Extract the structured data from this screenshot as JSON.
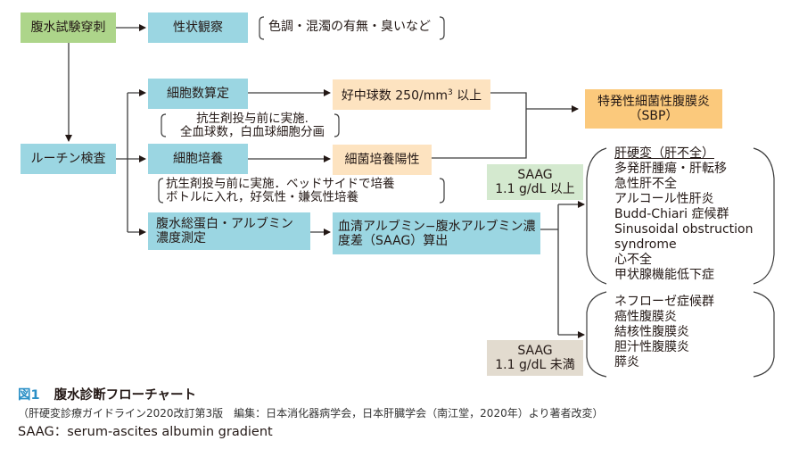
{
  "nodes": {
    "paracentesis": "腹水試験穿刺",
    "observation": "性状観察",
    "observation_note": "色調・混濁の有無・臭いなど",
    "routine": "ルーチン検査",
    "cell_count": "細胞数算定",
    "cell_count_note_line1": "抗生剤投与前に実施.",
    "cell_count_note_line2": "全血球数，白血球細胞分画",
    "neutrophil_prefix": "好中球数 250/mm",
    "neutrophil_sup": "3",
    "neutrophil_suffix": " 以上",
    "culture": "細胞培養",
    "culture_positive": "細菌培養陽性",
    "culture_note_line1": "抗生剤投与前に実施．ベッドサイドで培養",
    "culture_note_line2": "ボトルに入れ，好気性・嫌気性培養",
    "sbp_line1": "特発性細菌性腹膜炎",
    "sbp_line2": "（SBP）",
    "protein": "腹水総蛋白・アルブミン濃度測定",
    "saag_calc": "血清アルブミン−腹水アルブミン濃度差（SAAG）算出",
    "saag_high_line1": "SAAG",
    "saag_high_line2": "1.1 g/dL 以上",
    "saag_low_line1": "SAAG",
    "saag_low_line2": "1.1 g/dL 未満"
  },
  "high_saag_causes": [
    "肝硬変（肝不全）",
    "多発肝腫瘍・肝転移",
    "急性肝不全",
    "アルコール性肝炎",
    "Budd-Chiari 症候群",
    "Sinusoidal obstruction",
    "syndrome",
    "心不全",
    "甲状腺機能低下症"
  ],
  "low_saag_causes": [
    "ネフローゼ症候群",
    "癌性腹膜炎",
    "結核性腹膜炎",
    "胆汁性腹膜炎",
    "膵炎"
  ],
  "caption": {
    "figure_label": "図1",
    "title": "腹水診断フローチャート",
    "source": "（肝硬変診療ガイドライン2020改訂第3版　編集：日本消化器病学会，日本肝臓学会（南江堂，2020年）より著者改変）",
    "abbreviation": "SAAG：serum-ascites albumin gradient"
  },
  "colors": {
    "start": "#add58a",
    "step": "#9bd6e2",
    "result": "#fde3c0",
    "diagnosis": "#fbc97c",
    "saag_high": "#d4e9cf",
    "saag_low": "#e2dbcf",
    "figure_label": "#2a8fc6"
  }
}
